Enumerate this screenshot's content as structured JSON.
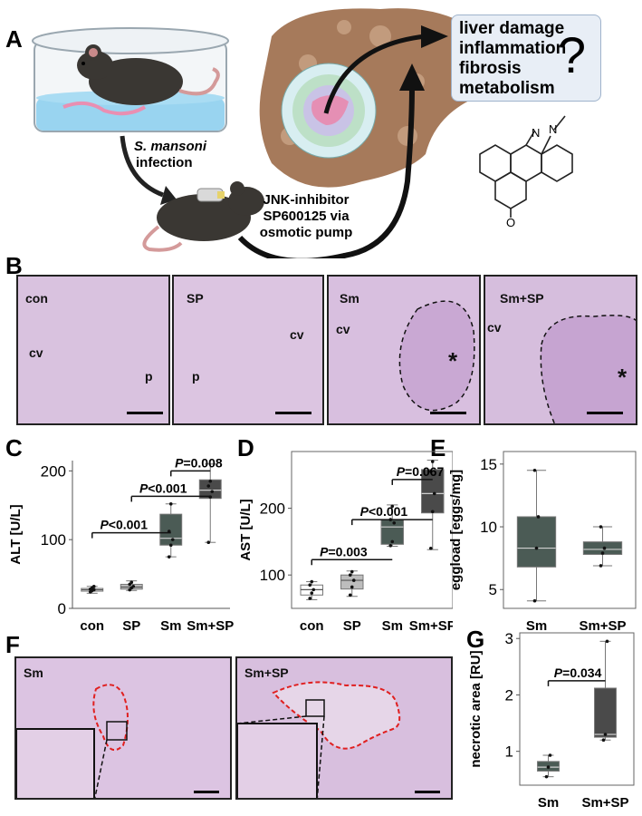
{
  "panel_labels": {
    "a": "A",
    "b": "B",
    "c": "C",
    "d": "D",
    "e": "E",
    "f": "F",
    "g": "G"
  },
  "panelA": {
    "infection_species": "S. mansoni",
    "infection_word": "infection",
    "inhibitor_lines": [
      "JNK-inhibitor",
      "SP600125 via",
      "osmotic pump"
    ],
    "outcomes": [
      "liver damage",
      "inflammation",
      "fibrosis",
      "metabolism"
    ],
    "question_mark": "?",
    "molecule_atoms": {
      "n1": "N",
      "n2": "N",
      "o": "O"
    }
  },
  "panelB": {
    "images": [
      {
        "label": "con",
        "markers": [
          {
            "t": "cv"
          },
          {
            "t": "p"
          }
        ]
      },
      {
        "label": "SP",
        "markers": [
          {
            "t": "cv"
          },
          {
            "t": "p"
          }
        ]
      },
      {
        "label": "Sm",
        "markers": [
          {
            "t": "cv"
          },
          {
            "t": "*"
          }
        ]
      },
      {
        "label": "Sm+SP",
        "markers": [
          {
            "t": "cv"
          },
          {
            "t": "*"
          }
        ]
      }
    ]
  },
  "panelF": {
    "images": [
      {
        "label": "Sm"
      },
      {
        "label": "Sm+SP"
      }
    ]
  },
  "colors": {
    "sm_box": "#4b5b55",
    "smsp_box": "#4a4a4a",
    "sp_box": "#bdbdbd",
    "con_box": "#ffffff",
    "histo_bg": "#dcc3e0",
    "necrosis": "#e02020"
  },
  "chart_data": [
    {
      "id": "C",
      "type": "box",
      "ylabel": "ALT [U/L]",
      "categories": [
        "con",
        "SP",
        "Sm",
        "Sm+SP"
      ],
      "ylim": [
        0,
        215
      ],
      "yticks": [
        0,
        100,
        200
      ],
      "boxes": [
        {
          "min": 22,
          "q1": 25,
          "median": 27,
          "q3": 29,
          "max": 32,
          "points": [
            24,
            26,
            27,
            28,
            30,
            32
          ],
          "color": "#ffffff"
        },
        {
          "min": 26,
          "q1": 28,
          "median": 31,
          "q3": 35,
          "max": 40,
          "points": [
            27,
            30,
            32,
            35,
            38
          ],
          "color": "#bdbdbd"
        },
        {
          "min": 75,
          "q1": 92,
          "median": 102,
          "q3": 137,
          "max": 152,
          "points": [
            75,
            92,
            100,
            112,
            152
          ],
          "color": "#4b5b55"
        },
        {
          "min": 96,
          "q1": 160,
          "median": 172,
          "q3": 187,
          "max": 210,
          "points": [
            96,
            162,
            170,
            178,
            185
          ],
          "color": "#4a4a4a"
        }
      ],
      "annotations": [
        {
          "text_p": "P",
          "text_v": "<0.001",
          "from": 0,
          "to": 2,
          "y": 110
        },
        {
          "text_p": "P",
          "text_v": "<0.001",
          "from": 1,
          "to": 3,
          "y": 163
        },
        {
          "text_p": "P",
          "text_v": "=0.008",
          "from": 2,
          "to": 3,
          "y": 200
        }
      ]
    },
    {
      "id": "D",
      "type": "box",
      "ylabel": "AST [U/L]",
      "categories": [
        "con",
        "SP",
        "Sm",
        "Sm+SP"
      ],
      "ylim": [
        50,
        285
      ],
      "yticks": [
        100,
        200
      ],
      "boxes": [
        {
          "min": 63,
          "q1": 70,
          "median": 78,
          "q3": 85,
          "max": 90,
          "points": [
            65,
            73,
            78,
            85,
            90
          ],
          "color": "#ffffff"
        },
        {
          "min": 68,
          "q1": 79,
          "median": 92,
          "q3": 100,
          "max": 106,
          "points": [
            70,
            82,
            92,
            100,
            105
          ],
          "color": "#bdbdbd"
        },
        {
          "min": 143,
          "q1": 146,
          "median": 172,
          "q3": 183,
          "max": 205,
          "points": [
            144,
            150,
            178,
            183,
            203
          ],
          "color": "#4b5b55"
        },
        {
          "min": 138,
          "q1": 193,
          "median": 222,
          "q3": 258,
          "max": 272,
          "points": [
            140,
            195,
            222,
            255,
            270
          ],
          "color": "#4a4a4a"
        }
      ],
      "annotations": [
        {
          "text_p": "P",
          "text_v": "=0.003",
          "from": 0,
          "to": 2,
          "y": 123
        },
        {
          "text_p": "P",
          "text_v": "<0.001",
          "from": 1,
          "to": 3,
          "y": 183
        },
        {
          "text_p": "P",
          "text_v": "=0.067",
          "from": 2,
          "to": 3,
          "y": 243
        }
      ]
    },
    {
      "id": "E",
      "type": "box",
      "ylabel": "eggload [eggs/mg]",
      "categories": [
        "Sm",
        "Sm+SP"
      ],
      "ylim": [
        3.5,
        16
      ],
      "yticks": [
        5,
        10,
        15
      ],
      "boxes": [
        {
          "min": 4.1,
          "q1": 6.8,
          "median": 8.3,
          "q3": 10.8,
          "max": 14.5,
          "points": [
            4.1,
            8.3,
            10.8,
            14.5
          ],
          "color": "#4b5b55"
        },
        {
          "min": 6.9,
          "q1": 7.8,
          "median": 8.2,
          "q3": 8.8,
          "max": 10.0,
          "points": [
            6.9,
            7.9,
            8.3,
            10.0
          ],
          "color": "#4b5b55"
        }
      ],
      "annotations": []
    },
    {
      "id": "G",
      "type": "box",
      "ylabel": "necrotic area  [RU]",
      "categories": [
        "Sm",
        "Sm+SP"
      ],
      "ylim": [
        0.4,
        3.1
      ],
      "yticks": [
        1,
        2,
        3
      ],
      "boxes": [
        {
          "min": 0.55,
          "q1": 0.65,
          "median": 0.72,
          "q3": 0.82,
          "max": 0.93,
          "points": [
            0.55,
            0.72,
            0.93
          ],
          "color": "#4b5b55"
        },
        {
          "min": 1.2,
          "q1": 1.25,
          "median": 1.3,
          "q3": 2.12,
          "max": 2.95,
          "points": [
            1.2,
            1.3,
            2.95
          ],
          "color": "#4a4a4a"
        }
      ],
      "annotations": [
        {
          "text_p": "P",
          "text_v": "=0.034",
          "from": 0,
          "to": 1,
          "y": 2.25
        }
      ]
    }
  ]
}
